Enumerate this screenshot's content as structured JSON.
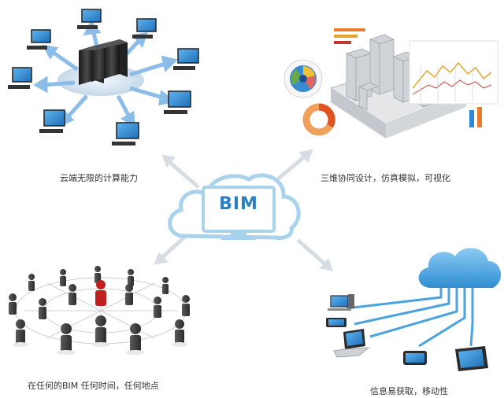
{
  "center": {
    "label": "BIM"
  },
  "captions": {
    "top_left": "云端无限的计算能力",
    "top_right": "三维协同设计，仿真模拟，可视化",
    "bottom_left": "在任何的BIM 任何时间，任何地点",
    "bottom_right": "信息易获取，移动性"
  },
  "colors": {
    "arrow_blue": "#7fb3e6",
    "connector_gray": "#d7dde3",
    "cloud_outline": "#a9d2ec",
    "bim_text": "#2a7fc0",
    "cloud_device": "#4aa3df",
    "highlight_person": "#c0201e"
  }
}
